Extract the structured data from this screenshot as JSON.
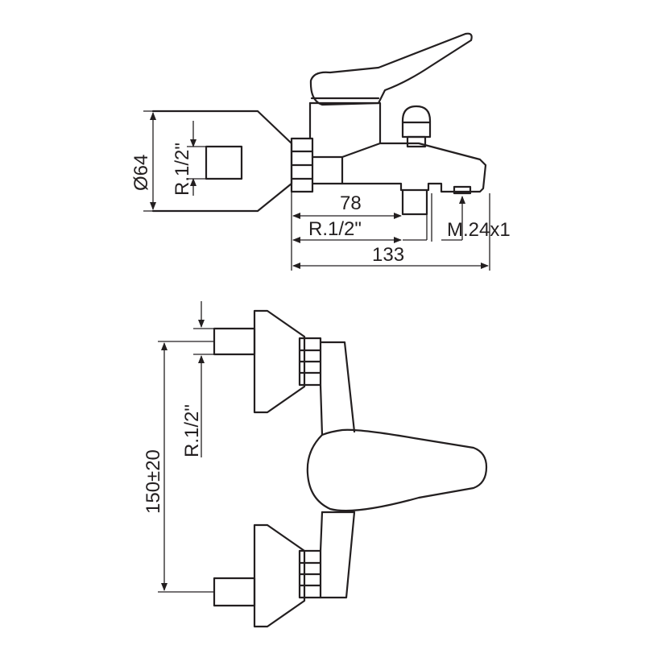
{
  "side_view": {
    "diameter_label": "Ø64",
    "thread_inlet_label": "R.1/2\"",
    "outlet_offset_label": "78",
    "thread_outlet_label": "R.1/2\"",
    "aerator_thread_label": "M.24x1",
    "overall_length_label": "133"
  },
  "front_view": {
    "thread_label": "R.1/2\"",
    "centers_label": "150±20"
  }
}
